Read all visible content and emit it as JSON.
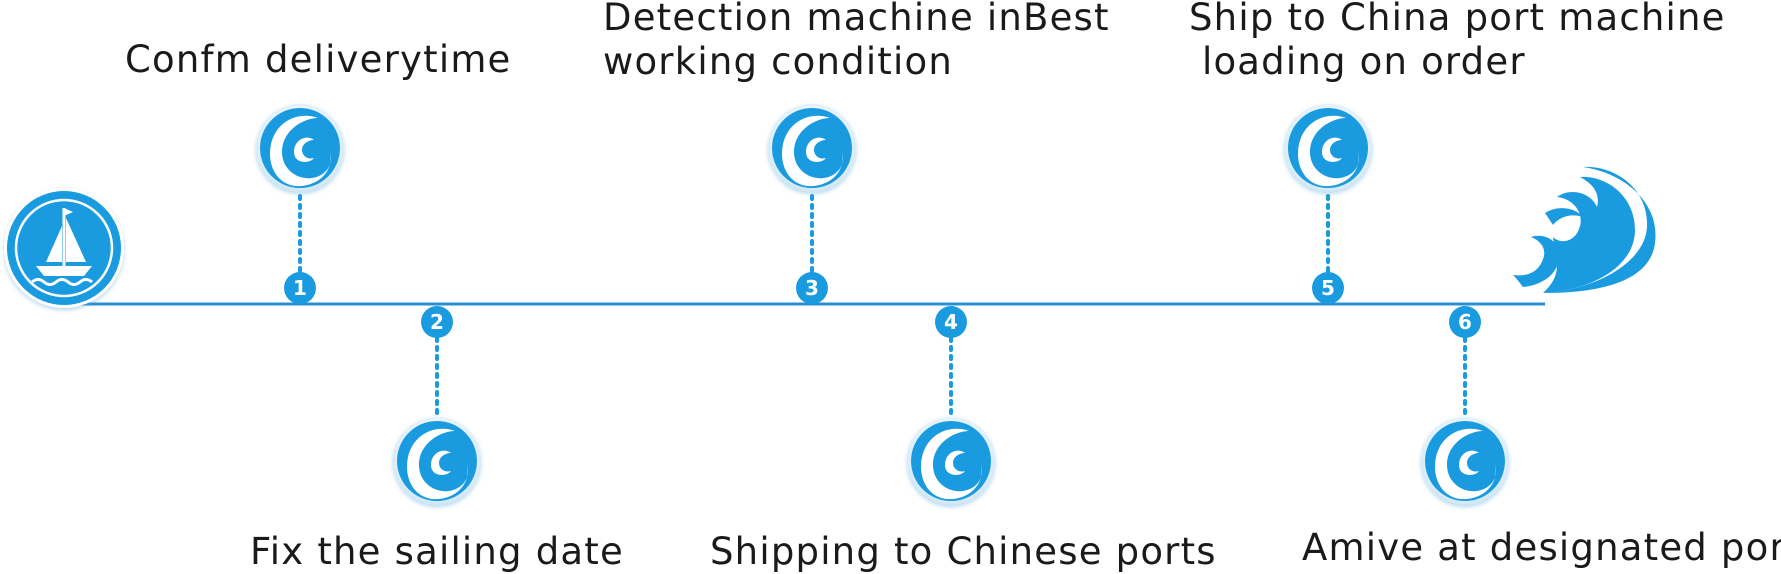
{
  "colors": {
    "primary": "#1A9BE0",
    "line": "#2a8ed0",
    "text": "#1a1a1a"
  },
  "icons": {
    "start": "sailboat-icon",
    "end": "wave-icon",
    "step": "swirl-icon"
  },
  "steps": [
    {
      "number": "1",
      "lines": [
        "Confm deliverytime"
      ]
    },
    {
      "number": "2",
      "lines": [
        "Fix the sailing date"
      ]
    },
    {
      "number": "3",
      "lines": [
        "Detection machine inBest",
        "working condition"
      ]
    },
    {
      "number": "4",
      "lines": [
        "Shipping to Chinese ports"
      ]
    },
    {
      "number": "5",
      "lines": [
        "Ship to China port machine",
        " loading on order"
      ]
    },
    {
      "number": "6",
      "lines": [
        "Amive at designated port"
      ]
    }
  ]
}
